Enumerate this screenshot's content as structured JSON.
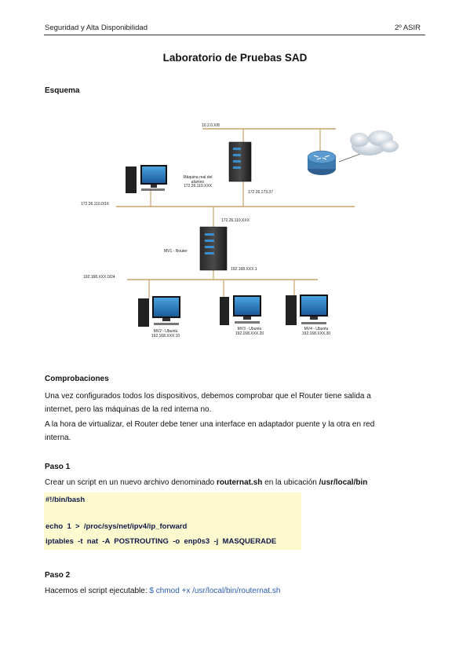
{
  "header": {
    "left": "Seguridad y Alta Disponibilidad",
    "right": "2º ASIR"
  },
  "title": "Laboratorio de Pruebas SAD",
  "esquema": {
    "heading": "Esquema",
    "labels": {
      "net_top": "10.2.0.X/8",
      "real_machine_line1": "Máquina real del",
      "real_machine_line2": "alumno",
      "real_machine_ip": "172.26.110.XXX",
      "server_ip": "172.26.173.37",
      "net_mid": "172.26.110.0/16",
      "router_ext_ip": "172.26.110.XXX",
      "router_name": "MV1 - Router",
      "router_int_ip": "192.168.XXX.1",
      "net_low": "192.168.XXX.0/24",
      "mv2_name": "MV2 - Ubuntu",
      "mv2_ip": "192.168.XXX.10",
      "mv3_name": "MV3 - Ubuntu",
      "mv3_ip": "192.168.XXX.20",
      "mv4_name": "MV4 - Ubuntu",
      "mv4_ip": "192.168.XXX.30"
    }
  },
  "comprobaciones": {
    "heading": "Comprobaciones",
    "p1_line1": "Una vez configurados todos los dispositivos, debemos comprobar que el Router tiene salida a",
    "p1_line2": "internet, pero las máquinas de la red interna no.",
    "p2_line1": "A la hora de virtualizar, el Router debe tener una interface en adaptador puente y la otra en red",
    "p2_line2": "interna."
  },
  "paso1": {
    "heading": "Paso 1",
    "text_a": "Crear un script en un nuevo archivo denominado ",
    "filename": "routernat.sh",
    "text_b": " en la ubicación ",
    "location": "/usr/local/bin",
    "code": [
      "#!/bin/bash",
      "echo  1  >  /proc/sys/net/ipv4/ip_forward",
      "iptables  -t  nat  -A  POSTROUTING  -o  enp0s3  -j  MASQUERADE"
    ]
  },
  "paso2": {
    "heading": "Paso 2",
    "text": "Hacemos el script ejecutable: ",
    "command": "$ chmod +x /usr/local/bin/routernat.sh"
  }
}
